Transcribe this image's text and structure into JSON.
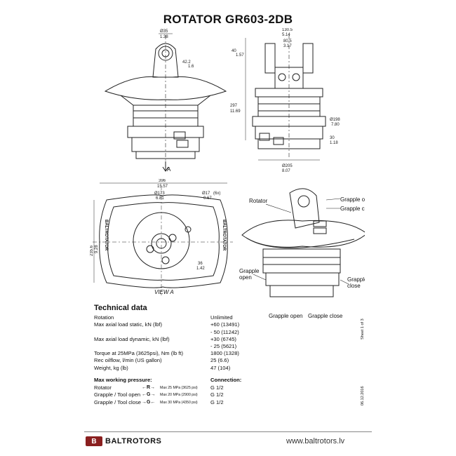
{
  "title": "ROTATOR  GR603-2DB",
  "top_left_dims": {
    "d35_mm": "Ø35",
    "d35_in": "1.38",
    "h42_mm": "42.2",
    "h42_in": "1.6"
  },
  "top_right_dims": {
    "w130_mm": "130.5",
    "w130_in": "5.14",
    "w80_mm": "80.5",
    "w80_in": "3.17",
    "h40_mm": "40",
    "h40_in": "1.57",
    "h297_mm": "297",
    "h297_in": "11.69",
    "d198_mm": "Ø198",
    "d198_in": "7.80",
    "h30_mm": "30",
    "h30_in": "1.18",
    "d205_mm": "Ø205",
    "d205_in": "8.07"
  },
  "view_arrow": "A",
  "bottom_view": {
    "w396_mm": "396",
    "w396_in": "15.57",
    "d173_mm": "Ø173",
    "d173_in": "6.81",
    "d17_mm": "Ø17",
    "d17_qty": "(6x)",
    "d17_in": "0.67",
    "h235_mm": "235.6",
    "h235_in": "9.28",
    "d36_mm": "36",
    "d36_in": "1.42",
    "brand_left": "BALTROTATOR",
    "brand_right": "BALTROTATOR",
    "view_label": "VIEW A"
  },
  "iso_labels": {
    "rotator": "Rotator",
    "grapple_open_top": "Grapple open",
    "grapple_close_top": "Grapple close",
    "grapple_open_left": "Grapple\nopen",
    "grapple_close_right": "Grapple\nclose",
    "grapple_open_bottom": "Grapple open",
    "grapple_close_bottom": "Grapple close"
  },
  "technical": {
    "heading": "Technical data",
    "rows": [
      {
        "k": "Rotation",
        "v": "Unlimited"
      },
      {
        "k": "Max axial load static, kN (lbf)",
        "v": "+60 (13491)"
      },
      {
        "k": "",
        "v": "- 50 (11242)"
      },
      {
        "k": "Max axial load dynamic, kN (lbf)",
        "v": "+30 (6745)"
      },
      {
        "k": "",
        "v": "- 25 (5621)"
      },
      {
        "k": "Torque at 25MPa (3625psi), Nm (lb ft)",
        "v": "1800 (1328)"
      },
      {
        "k": "Rec oilflow, l/min (US gallon)",
        "v": "25 (6.6)"
      },
      {
        "k": "Weight, kg (lb)",
        "v": "47 (104)"
      }
    ]
  },
  "pressure": {
    "heading_left": "Max working pressure:",
    "heading_right": "Connection:",
    "rows": [
      {
        "name": "Rotator",
        "sym": "←R→",
        "max": "Max 25 MPa (3625 psi)",
        "conn": "G 1/2"
      },
      {
        "name": "Grapple / Tool open",
        "sym": "←G→",
        "max": "Max 20 MPa (2900 psi)",
        "conn": "G 1/2"
      },
      {
        "name": "Grapple / Tool close",
        "sym": "→G←",
        "max": "Max 30 MPa (4350 psi)",
        "conn": "G 1/2"
      }
    ]
  },
  "sheet": "Sheet 1 of 3",
  "date": "06.12.2016",
  "footer": {
    "logo_mark": "B",
    "brand": "BALTROTORS",
    "url": "www.baltrotors.lv"
  },
  "colors": {
    "line": "#222222",
    "logo": "#8a1f1f"
  }
}
